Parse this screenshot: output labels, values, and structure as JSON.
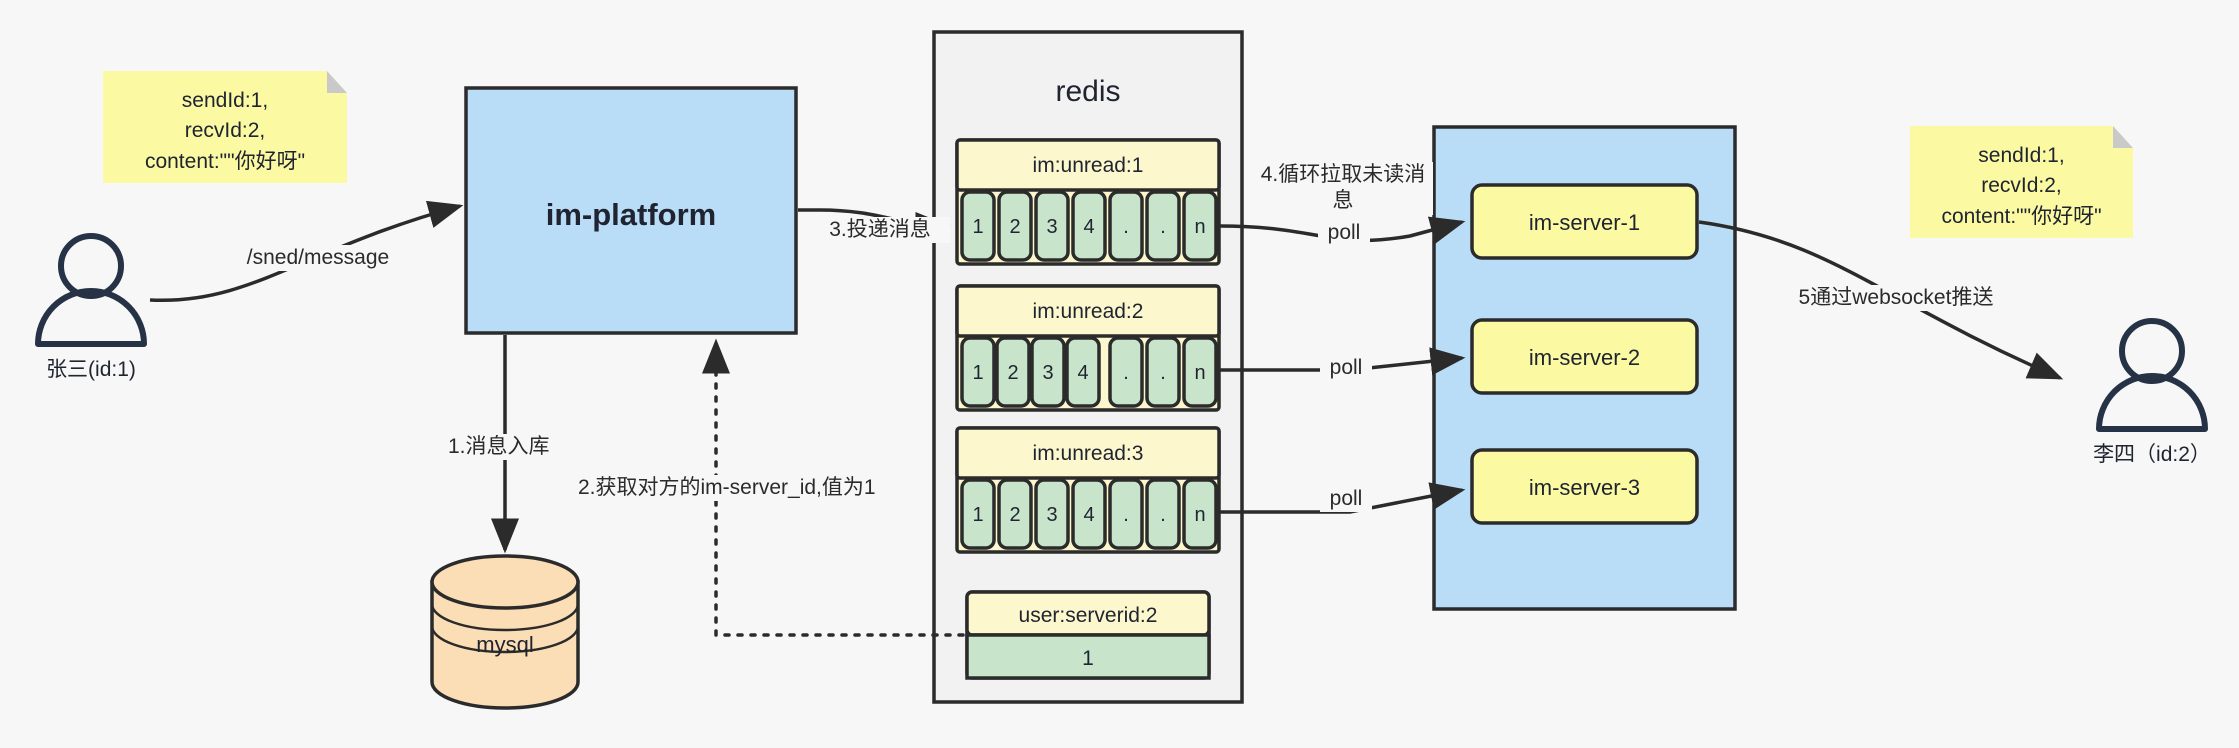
{
  "diagram": {
    "title": "IM message delivery architecture",
    "colors": {
      "background": "#f7f7f7",
      "stroke": "#2b2b2b",
      "blue_fill": "#b9dcf7",
      "yellow_note": "#fbfaa2",
      "yellow_header": "#fcf7cd",
      "green_cell": "#c8e5cc",
      "orange_fill": "#fbdeb5",
      "text": "#1f2430"
    },
    "notes": [
      {
        "id": "note-left",
        "lines": "sendId:1,\nrecvId:2,\ncontent:\"\"你好呀\""
      },
      {
        "id": "note-right",
        "lines": "sendId:1,\nrecvId:2,\ncontent:\"\"你好呀\""
      }
    ],
    "actors": [
      {
        "id": "actor-sender",
        "label": "张三(id:1)"
      },
      {
        "id": "actor-receiver",
        "label": "李四（id:2）"
      }
    ],
    "nodes": {
      "platform": "im-platform",
      "database": "mysql",
      "redis_title": "redis",
      "serverid_key": "user:serverid:2",
      "serverid_value": "1"
    },
    "redis_lists": [
      {
        "key": "im:unread:1",
        "cells": [
          "1",
          "2",
          "3",
          "4",
          ".",
          ".",
          "n"
        ]
      },
      {
        "key": "im:unread:2",
        "cells": [
          "1",
          "2",
          "3",
          "4",
          ".",
          ".",
          "n"
        ]
      },
      {
        "key": "im:unread:3",
        "cells": [
          "1",
          "2",
          "3",
          "4",
          ".",
          ".",
          "n"
        ]
      }
    ],
    "servers": [
      "im-server-1",
      "im-server-2",
      "im-server-3"
    ],
    "edge_labels": {
      "send_message": "/sned/message",
      "step1": "1.消息入库",
      "step2": "2.获取对方的im-server_id,值为1",
      "step3": "3.投递消息",
      "step4": "4.循环拉取未读消\n息",
      "step5": "5通过websocket推送",
      "poll1": "poll",
      "poll2": "poll",
      "poll3": "poll"
    }
  }
}
